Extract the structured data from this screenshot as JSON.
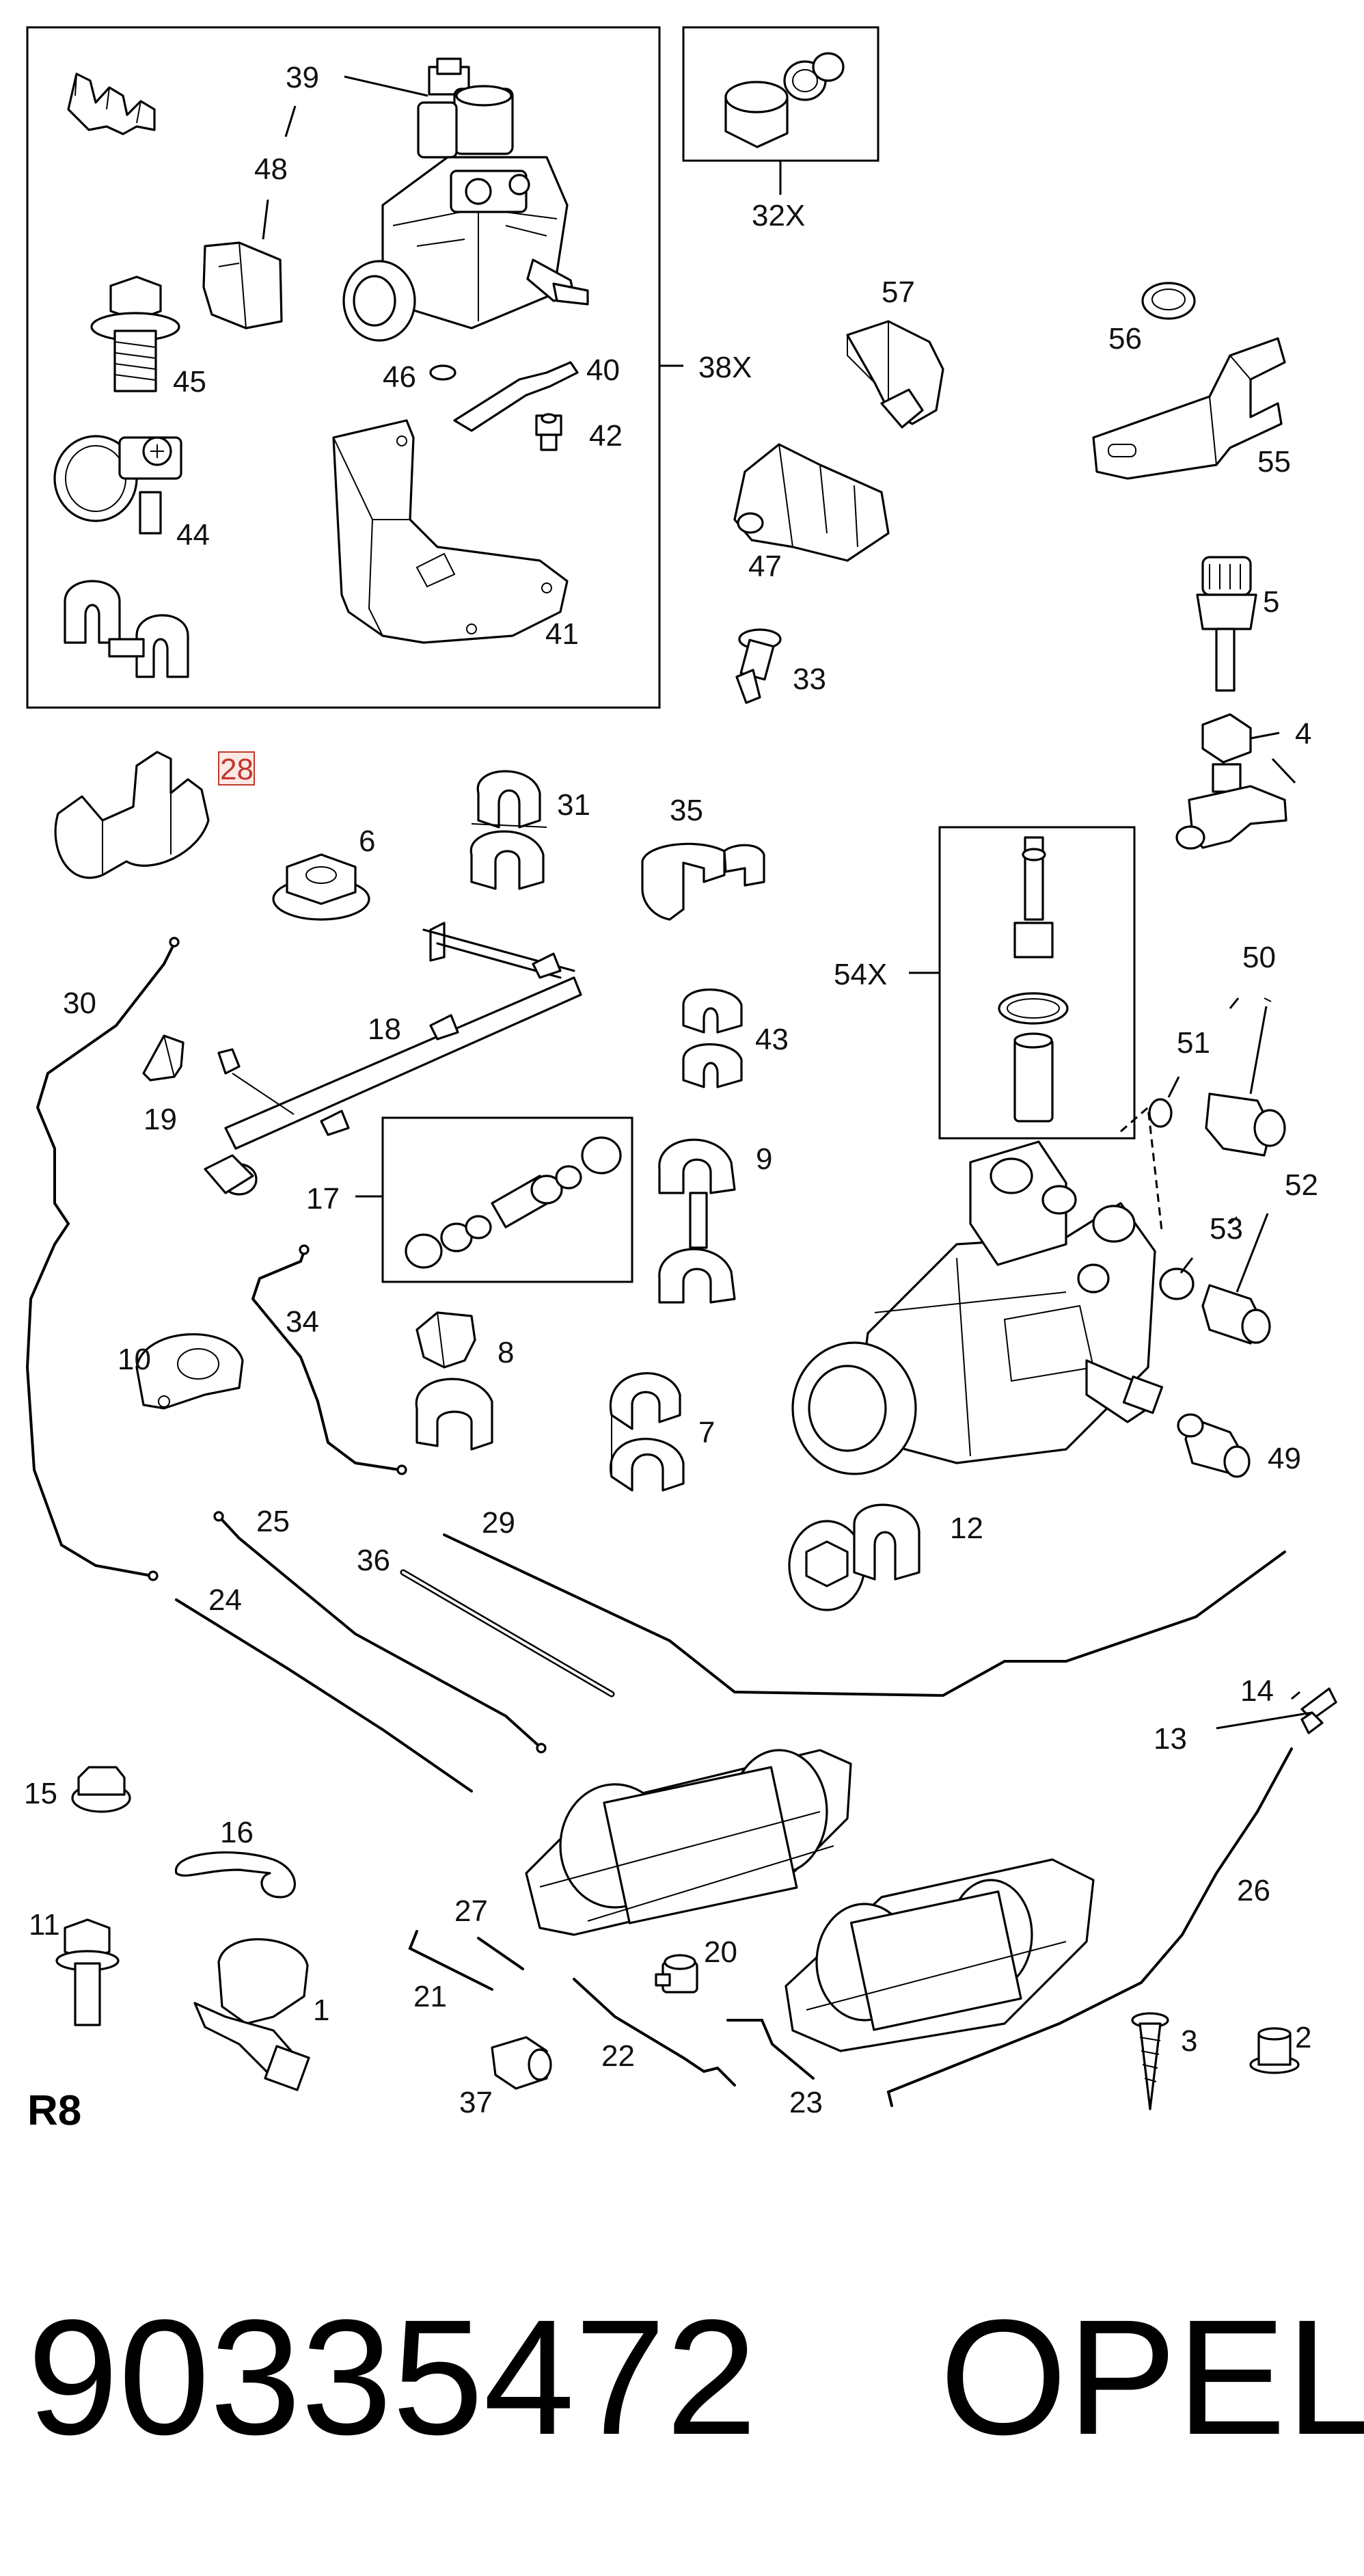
{
  "diagram": {
    "sheet_label": "R8",
    "part_number": "90335472",
    "brand": "OPEL",
    "highlighted_callout": "28",
    "callouts": {
      "c39": "39",
      "c48": "48",
      "c45": "45",
      "c44": "44",
      "c46": "46",
      "c40": "40",
      "c42": "42",
      "c41": "41",
      "c38x": "38X",
      "c32x": "32X",
      "c57": "57",
      "c56": "56",
      "c55": "55",
      "c47": "47",
      "c33": "33",
      "c5": "5",
      "c4": "4",
      "c28": "28",
      "c6": "6",
      "c31": "31",
      "c35": "35",
      "c30": "30",
      "c18": "18",
      "c19": "19",
      "c43": "43",
      "c54x": "54X",
      "c50": "50",
      "c51": "51",
      "c17": "17",
      "c9": "9",
      "c52": "52",
      "c53": "53",
      "c34": "34",
      "c10": "10",
      "c8": "8",
      "c7": "7",
      "c49": "49",
      "c25": "25",
      "c29": "29",
      "c36": "36",
      "c24": "24",
      "c12": "12",
      "c14": "14",
      "c13": "13",
      "c15": "15",
      "c16": "16",
      "c26": "26",
      "c11": "11",
      "c27": "27",
      "c20": "20",
      "c1": "1",
      "c21": "21",
      "c22": "22",
      "c3": "3",
      "c2": "2",
      "c37": "37",
      "c23": "23"
    }
  }
}
